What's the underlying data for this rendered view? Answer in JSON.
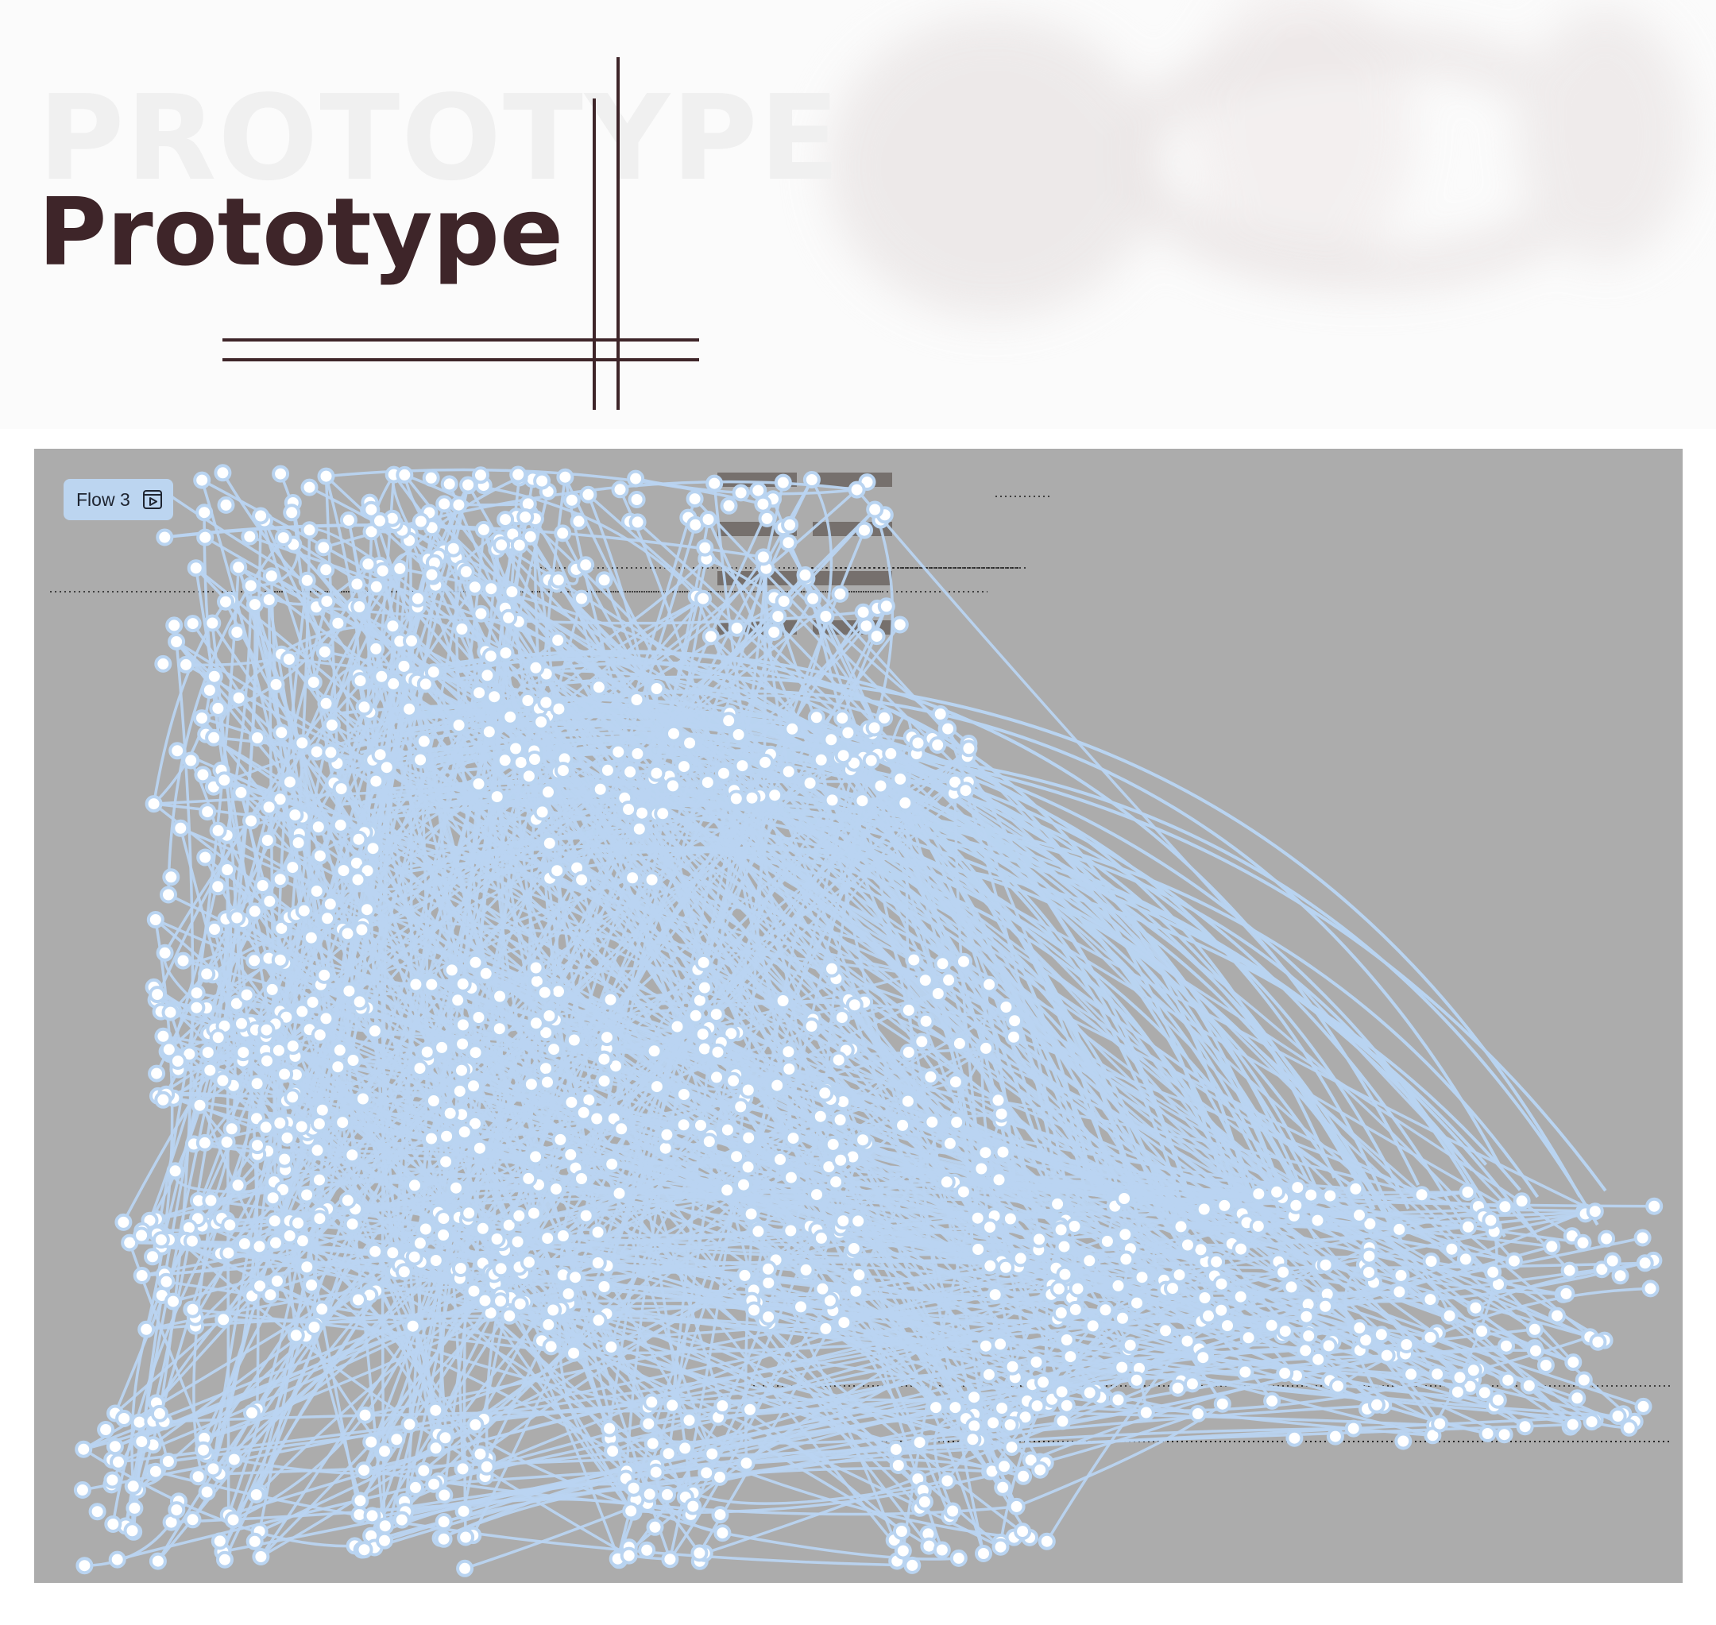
{
  "header": {
    "watermark": "PROTOTYPE",
    "title": "Prototype"
  },
  "colors": {
    "title": "#3e2529",
    "canvas_background": "#acacac",
    "connector": "#b9d4f1",
    "node_fill": "#ffffff",
    "flow_tag_background": "#bcd5f0"
  },
  "canvas": {
    "flow_label": "Flow 3",
    "flow_icon": "play-frame-icon"
  }
}
